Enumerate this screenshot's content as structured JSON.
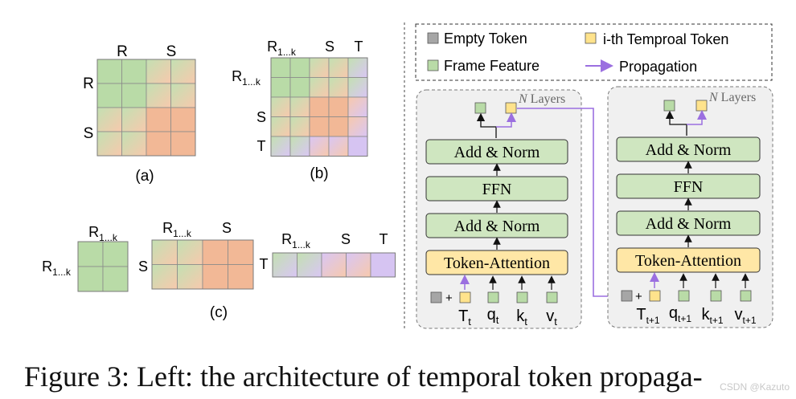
{
  "matrices": {
    "a": {
      "caption": "(a)",
      "col_labels": [
        "R",
        "S"
      ],
      "row_labels": [
        "R",
        "S"
      ]
    },
    "b": {
      "caption": "(b)",
      "col_labels": [
        "R",
        "S",
        "T"
      ],
      "col_sub": "1...k",
      "row_labels": [
        "R",
        "S",
        "T"
      ]
    },
    "c": {
      "caption": "(c)",
      "part1": {
        "col_label": "R",
        "sub": "1...k",
        "row_label": "R"
      },
      "part2": {
        "col_labels": [
          "R",
          "S"
        ],
        "sub": "1...k",
        "row_label": "S"
      },
      "part3": {
        "col_labels": [
          "R",
          "S",
          "T"
        ],
        "sub": "1...k",
        "row_label": "T"
      }
    }
  },
  "legend": {
    "empty_token": "Empty Token",
    "temporal_token": "i-th Temproal Token",
    "frame_feature": "Frame Feature",
    "propagation": "Propagation"
  },
  "blocks": {
    "left": {
      "n_layers": "N",
      "layers_word": " Layers",
      "add_norm_top": "Add & Norm",
      "ffn": "FFN",
      "add_norm_bottom": "Add & Norm",
      "token_attention": "Token-Attention",
      "plus": "+",
      "inputs": [
        {
          "base": "T",
          "sub": "t"
        },
        {
          "base": "q",
          "sub": "t"
        },
        {
          "base": "k",
          "sub": "t"
        },
        {
          "base": "v",
          "sub": "t"
        }
      ]
    },
    "right": {
      "n_layers": "N",
      "layers_word": " Layers",
      "add_norm_top": "Add & Norm",
      "ffn": "FFN",
      "add_norm_bottom": "Add & Norm",
      "token_attention": "Token-Attention",
      "plus": "+",
      "inputs": [
        {
          "base": "T",
          "sub": "t+1"
        },
        {
          "base": "q",
          "sub": "t+1"
        },
        {
          "base": "k",
          "sub": "t+1"
        },
        {
          "base": "v",
          "sub": "t+1"
        }
      ]
    }
  },
  "caption": "Figure 3: Left: the architecture of temporal token propaga-",
  "watermark": "CSDN @Kazuto",
  "colors": {
    "green": "#b9dba7",
    "peach": "#f2b896",
    "purple": "#d6c4f2",
    "yellow": "#ffe38c",
    "propagation": "#9b6fe0",
    "gray_token": "#a6a6a6",
    "block_fill": "#cfe6c0",
    "attention_fill": "#ffe7a6"
  }
}
